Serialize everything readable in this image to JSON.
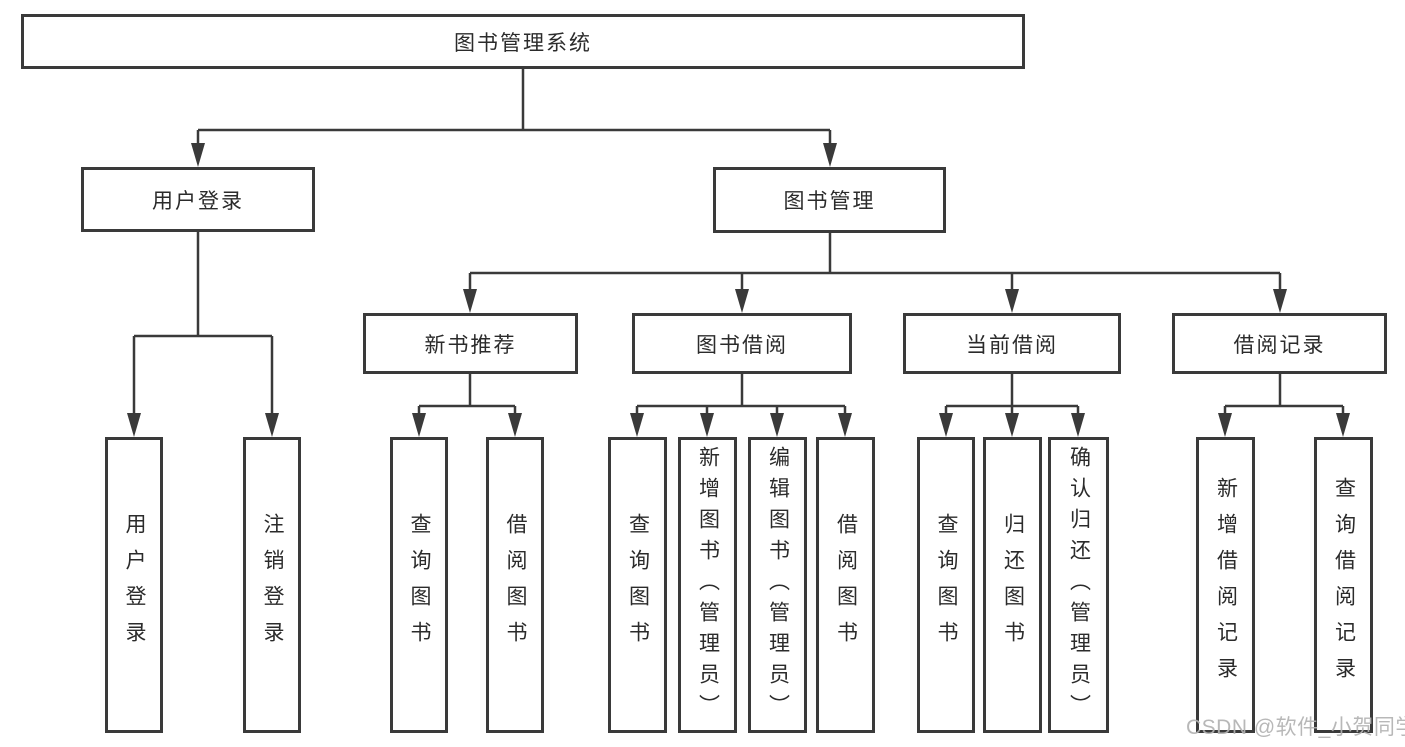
{
  "diagram": {
    "root": "图书管理系统",
    "level2": {
      "user": "用户登录",
      "book": "图书管理"
    },
    "level3": {
      "recommend": "新书推荐",
      "borrow": "图书借阅",
      "current": "当前借阅",
      "record": "借阅记录"
    },
    "leaves": {
      "user": [
        "用户登录",
        "注销登录"
      ],
      "recommend": [
        "查询图书",
        "借阅图书"
      ],
      "borrow": [
        "查询图书",
        "新增图书（管理员）",
        "编辑图书（管理员）",
        "借阅图书"
      ],
      "current": [
        "查询图书",
        "归还图书",
        "确认归还（管理员）"
      ],
      "record": [
        "新增借阅记录",
        "查询借阅记录"
      ]
    }
  },
  "watermark": "CSDN @软件_小贺同学",
  "colors": {
    "line": "#3a3a3a",
    "box_fill": "#ffffff",
    "text": "#2b2b2b",
    "watermark": "#b2b2b2"
  }
}
